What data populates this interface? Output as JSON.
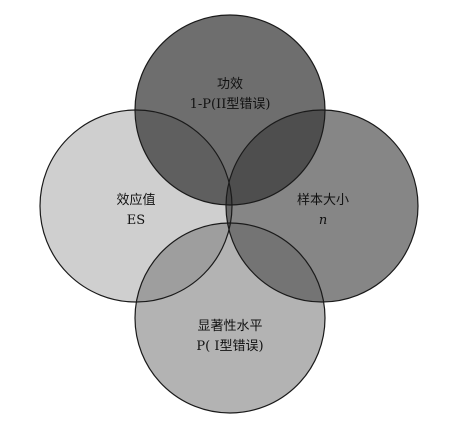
{
  "diagram": {
    "sets": [
      {
        "id": "power",
        "line1": "功效",
        "line2": "1-P(II型错误)"
      },
      {
        "id": "effect",
        "line1": "效应值",
        "line2": "ES"
      },
      {
        "id": "sample",
        "line1": "样本大小",
        "line2": "n"
      },
      {
        "id": "significance",
        "line1": "显著性水平",
        "line2": "P( I型错误)"
      }
    ],
    "colors": {
      "power": "#6e6e6e",
      "effect": "#cfcfcf",
      "sample": "#868686",
      "significance": "#b3b3b3",
      "stroke": "#1a1a1a"
    }
  }
}
